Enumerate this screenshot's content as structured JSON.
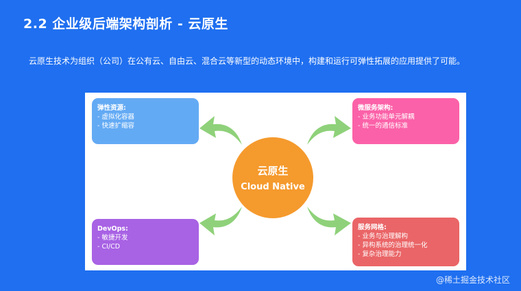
{
  "slide": {
    "title": "2.2  企业级后端架构剖析 - 云原生",
    "intro": "云原生技术为组织（公司）在公有云、自由云、混合云等新型的动态环境中，构建和运行可弹性拓展的应用提供了可能。"
  },
  "diagram": {
    "center": {
      "cn": "云原生",
      "en": "Cloud Native"
    },
    "boxes": {
      "elastic": {
        "title": "弹性资源:",
        "items": [
          "- 虚拟化容器",
          "- 快速扩缩容"
        ]
      },
      "micro": {
        "title": "微服务架构:",
        "items": [
          "- 业务功能单元解耦",
          "- 统一的通信标准"
        ]
      },
      "devops": {
        "title": "DevOps:",
        "items": [
          "- 敏捷开发",
          "- CI/CD"
        ]
      },
      "mesh": {
        "title": "服务网格:",
        "items": [
          "- 业务与治理解构",
          "- 异构系统的治理统一化",
          "- 复杂治理能力"
        ]
      }
    },
    "colors": {
      "elastic": "#63aaf4",
      "micro": "#fb61a8",
      "devops": "#a862e4",
      "mesh": "#ea6567",
      "center": "#f59a2d",
      "arrow": "#8fd17a",
      "background": "#1f6ff0"
    }
  },
  "watermark": "@稀土掘金技术社区"
}
